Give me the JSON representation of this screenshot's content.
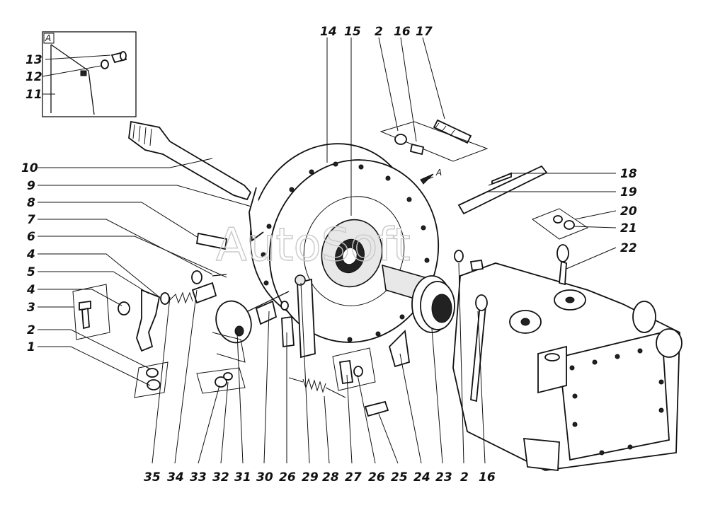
{
  "inset": {
    "letter": "А"
  },
  "view_mark": "А",
  "watermark": "AutoSoft",
  "callouts": {
    "top": [
      "14",
      "15",
      "2",
      "16",
      "17"
    ],
    "inset": [
      "13",
      "12",
      "11"
    ],
    "left": [
      "10",
      "9",
      "8",
      "7",
      "6",
      "4",
      "5",
      "4",
      "3",
      "2",
      "1"
    ],
    "right": [
      "18",
      "19",
      "20",
      "21",
      "22"
    ],
    "bottom": [
      "35",
      "34",
      "33",
      "32",
      "31",
      "30",
      "26",
      "29",
      "28",
      "27",
      "26",
      "25",
      "24",
      "23",
      "2",
      "16"
    ]
  }
}
